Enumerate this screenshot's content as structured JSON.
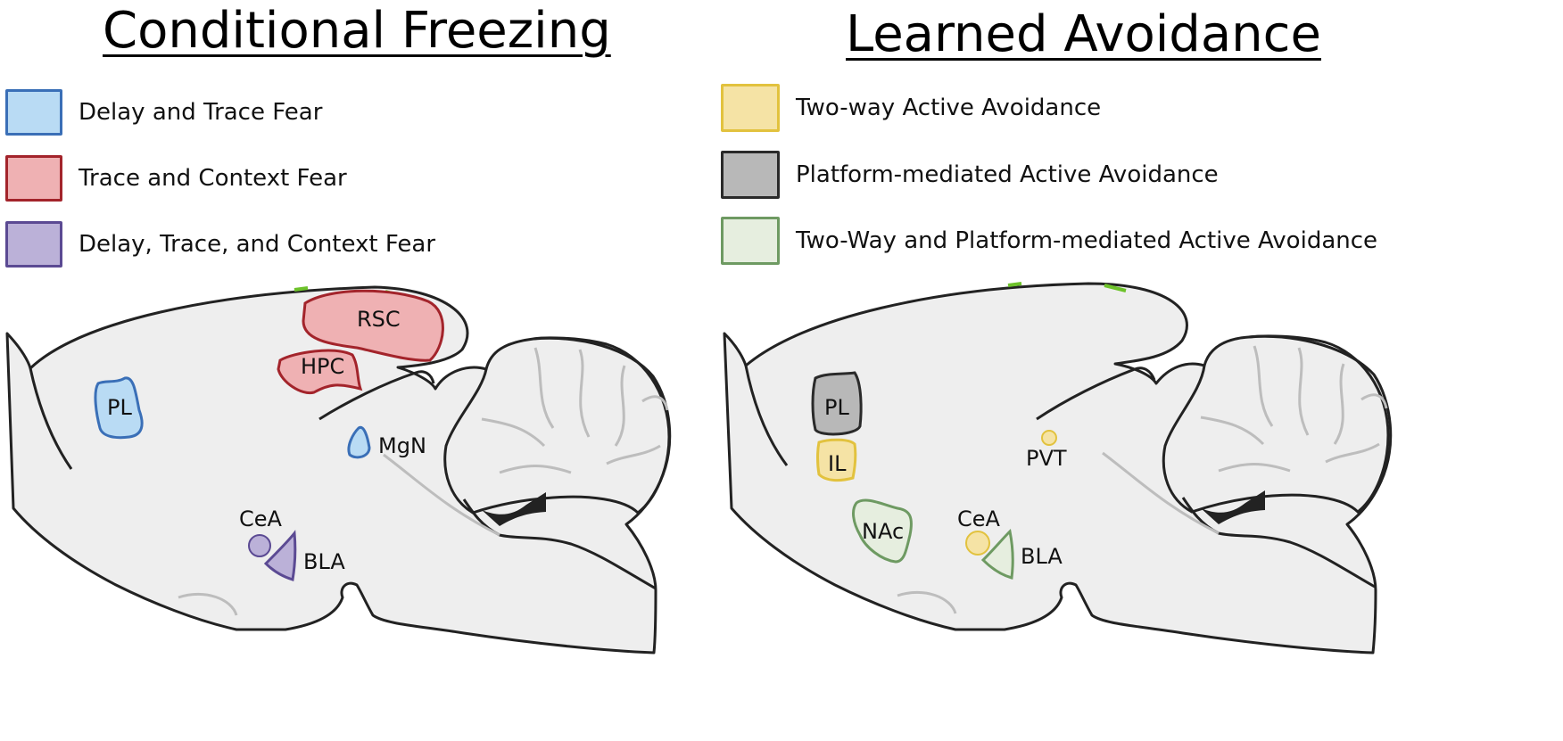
{
  "panels": {
    "left": {
      "title": "Conditional Freezing",
      "legend": [
        {
          "label": "Delay and Trace Fear",
          "fill": "#b9dbf4",
          "stroke": "#3a6fb7"
        },
        {
          "label": "Trace and Context Fear",
          "fill": "#efb1b3",
          "stroke": "#a3242b"
        },
        {
          "label": "Delay, Trace, and Context Fear",
          "fill": "#bbb1d8",
          "stroke": "#5b4a93"
        }
      ],
      "regions": {
        "rsc": "RSC",
        "hpc": "HPC",
        "pl": "PL",
        "mgn": "MgN",
        "cea": "CeA",
        "bla": "BLA"
      }
    },
    "right": {
      "title": "Learned Avoidance",
      "legend": [
        {
          "label": "Two-way Active Avoidance",
          "fill": "#f5e3a5",
          "stroke": "#e2c23e"
        },
        {
          "label": "Platform-mediated Active Avoidance",
          "fill": "#b8b8b8",
          "stroke": "#2a2a2a"
        },
        {
          "label": "Two-Way and Platform-mediated Active Avoidance",
          "fill": "#e6eedf",
          "stroke": "#6e9a62"
        }
      ],
      "regions": {
        "pl": "PL",
        "il": "IL",
        "pvt": "PVT",
        "nac": "NAc",
        "cea": "CeA",
        "bla": "BLA"
      }
    }
  },
  "colors": {
    "brain_fill": "#eeeeee",
    "brain_outline": "#222222",
    "sulcus": "#bdbdbd"
  }
}
